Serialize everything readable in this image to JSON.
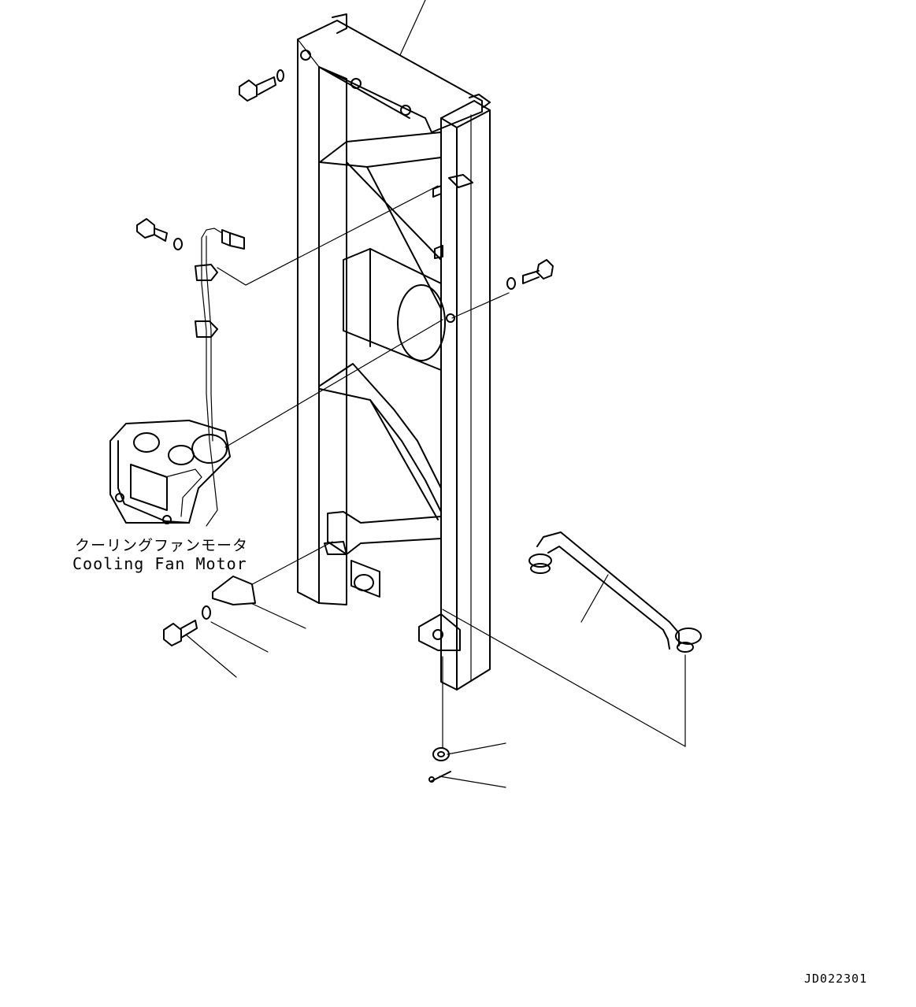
{
  "diagram": {
    "component_label_jp": "クーリングファンモータ",
    "component_label_en": "Cooling Fan Motor",
    "drawing_code": "JD022301",
    "line_color": "#000000",
    "background_color": "#ffffff"
  }
}
